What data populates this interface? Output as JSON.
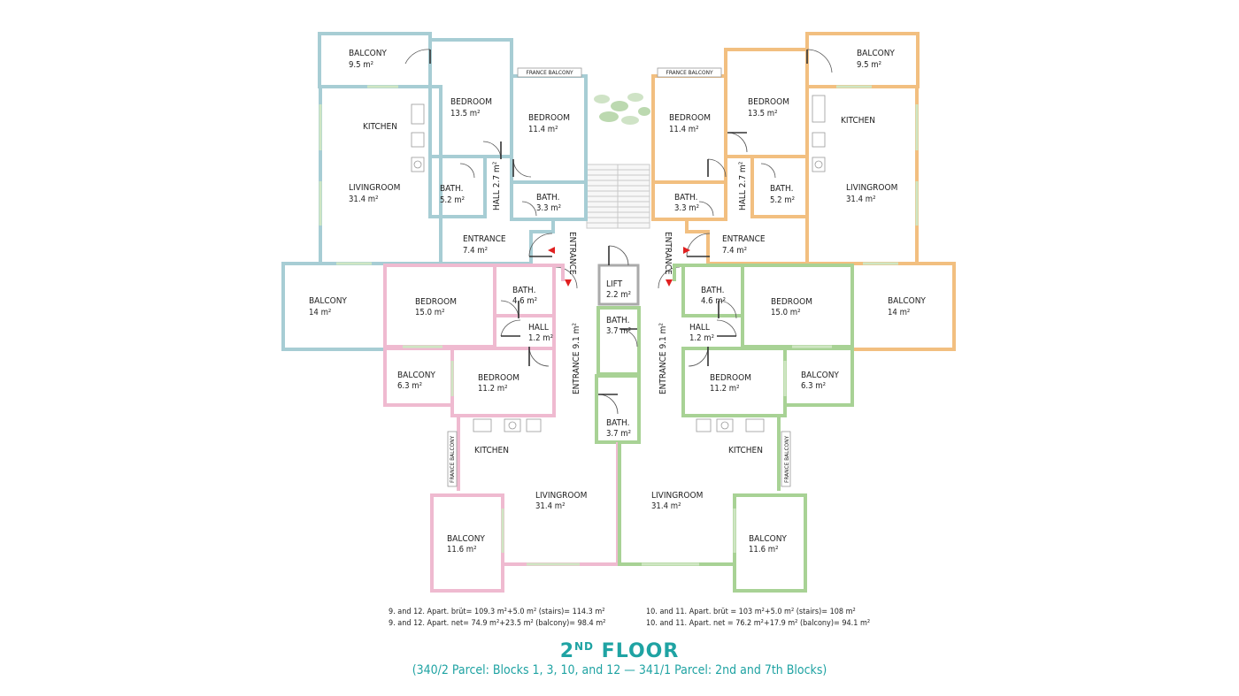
{
  "title": {
    "main": "2",
    "sup": "ND",
    "rest": " FLOOR"
  },
  "subtitle": "(340/2 Parcel: Blocks 1, 3, 10, and 12 — 341/1 Parcel: 2nd and 7th Blocks)",
  "notes": {
    "left_1": "9. and 12. Apart. brüt= 109.3 m²+5.0 m² (stairs)= 114.3 m²",
    "left_2": "9. and 12. Apart. net= 74.9 m²+23.5 m² (balcony)= 98.4 m²",
    "right_1": "10. and 11. Apart. brüt = 103 m²+5.0 m² (stairs)= 108 m²",
    "right_2": "10. and 11. Apart. net = 76.2 m²+17.9 m² (balcony)= 94.1 m²"
  },
  "colors": {
    "blue_unit": "#a7cdd4",
    "orange_unit": "#f2bf80",
    "pink_unit": "#efbad0",
    "green_unit": "#a8d295",
    "title": "#1fa3a3",
    "entrance_arrow": "#e02020"
  },
  "rooms": {
    "tl_balcony": {
      "name": "BALCONY",
      "area": "9.5 m²"
    },
    "tl_bedroom1": {
      "name": "BEDROOM",
      "area": "13.5 m²"
    },
    "tl_bedroom2": {
      "name": "BEDROOM",
      "area": "11.4 m²"
    },
    "tl_france": {
      "name": "FRANCE BALCONY"
    },
    "tl_kitchen": {
      "name": "KITCHEN"
    },
    "tl_living": {
      "name": "LIVINGROOM",
      "area": "31.4 m²"
    },
    "tl_bath1": {
      "name": "BATH.",
      "area": "5.2 m²"
    },
    "tl_hall": {
      "name": "HALL 2.7 m²"
    },
    "tl_bath2": {
      "name": "BATH.",
      "area": "3.3 m²"
    },
    "tl_entrance": {
      "name": "ENTRANCE",
      "area": "7.4 m²"
    },
    "tl_bigbalcony": {
      "name": "BALCONY",
      "area": "14 m²"
    },
    "tr_balcony": {
      "name": "BALCONY",
      "area": "9.5 m²"
    },
    "tr_bedroom1": {
      "name": "BEDROOM",
      "area": "13.5 m²"
    },
    "tr_bedroom2": {
      "name": "BEDROOM",
      "area": "11.4 m²"
    },
    "tr_france": {
      "name": "FRANCE BALCONY"
    },
    "tr_kitchen": {
      "name": "KITCHEN"
    },
    "tr_living": {
      "name": "LIVINGROOM",
      "area": "31.4 m²"
    },
    "tr_bath1": {
      "name": "BATH.",
      "area": "5.2 m²"
    },
    "tr_hall": {
      "name": "HALL 2.7 m²"
    },
    "tr_bath2": {
      "name": "BATH.",
      "area": "3.3 m²"
    },
    "tr_entrance": {
      "name": "ENTRANCE",
      "area": "7.4 m²"
    },
    "tr_bigbalcony": {
      "name": "BALCONY",
      "area": "14 m²"
    },
    "c_entrance_left": {
      "name": "ENTRANCE"
    },
    "c_entrance_right": {
      "name": "ENTRANCE"
    },
    "c_lift": {
      "name": "LIFT",
      "area": "2.2 m²"
    },
    "c_bath1": {
      "name": "BATH.",
      "area": "3.7 m²"
    },
    "c_bath2": {
      "name": "BATH.",
      "area": "3.7 m²"
    },
    "bl_bedroom1": {
      "name": "BEDROOM",
      "area": "15.0 m²"
    },
    "bl_bath": {
      "name": "BATH.",
      "area": "4.6 m²"
    },
    "bl_hall": {
      "name": "HALL",
      "area": "1.2 m²"
    },
    "bl_balcony1": {
      "name": "BALCONY",
      "area": "6.3 m²"
    },
    "bl_bedroom2": {
      "name": "BEDROOM",
      "area": "11.2 m²"
    },
    "bl_entrance": {
      "name": "ENTRANCE 9.1 m²"
    },
    "bl_kitchen": {
      "name": "KITCHEN"
    },
    "bl_france": {
      "name": "FRANCE BALCONY"
    },
    "bl_living": {
      "name": "LIVINGROOM",
      "area": "31.4 m²"
    },
    "bl_balcony2": {
      "name": "BALCONY",
      "area": "11.6 m²"
    },
    "br_bedroom1": {
      "name": "BEDROOM",
      "area": "15.0 m²"
    },
    "br_bath": {
      "name": "BATH.",
      "area": "4.6 m²"
    },
    "br_hall": {
      "name": "HALL",
      "area": "1.2 m²"
    },
    "br_balcony1": {
      "name": "BALCONY",
      "area": "6.3 m²"
    },
    "br_bedroom2": {
      "name": "BEDROOM",
      "area": "11.2 m²"
    },
    "br_entrance": {
      "name": "ENTRANCE 9.1 m²"
    },
    "br_kitchen": {
      "name": "KITCHEN"
    },
    "br_france": {
      "name": "FRANCE BALCONY"
    },
    "br_living": {
      "name": "LIVINGROOM",
      "area": "31.4 m²"
    },
    "br_balcony2": {
      "name": "BALCONY",
      "area": "11.6 m²"
    }
  }
}
